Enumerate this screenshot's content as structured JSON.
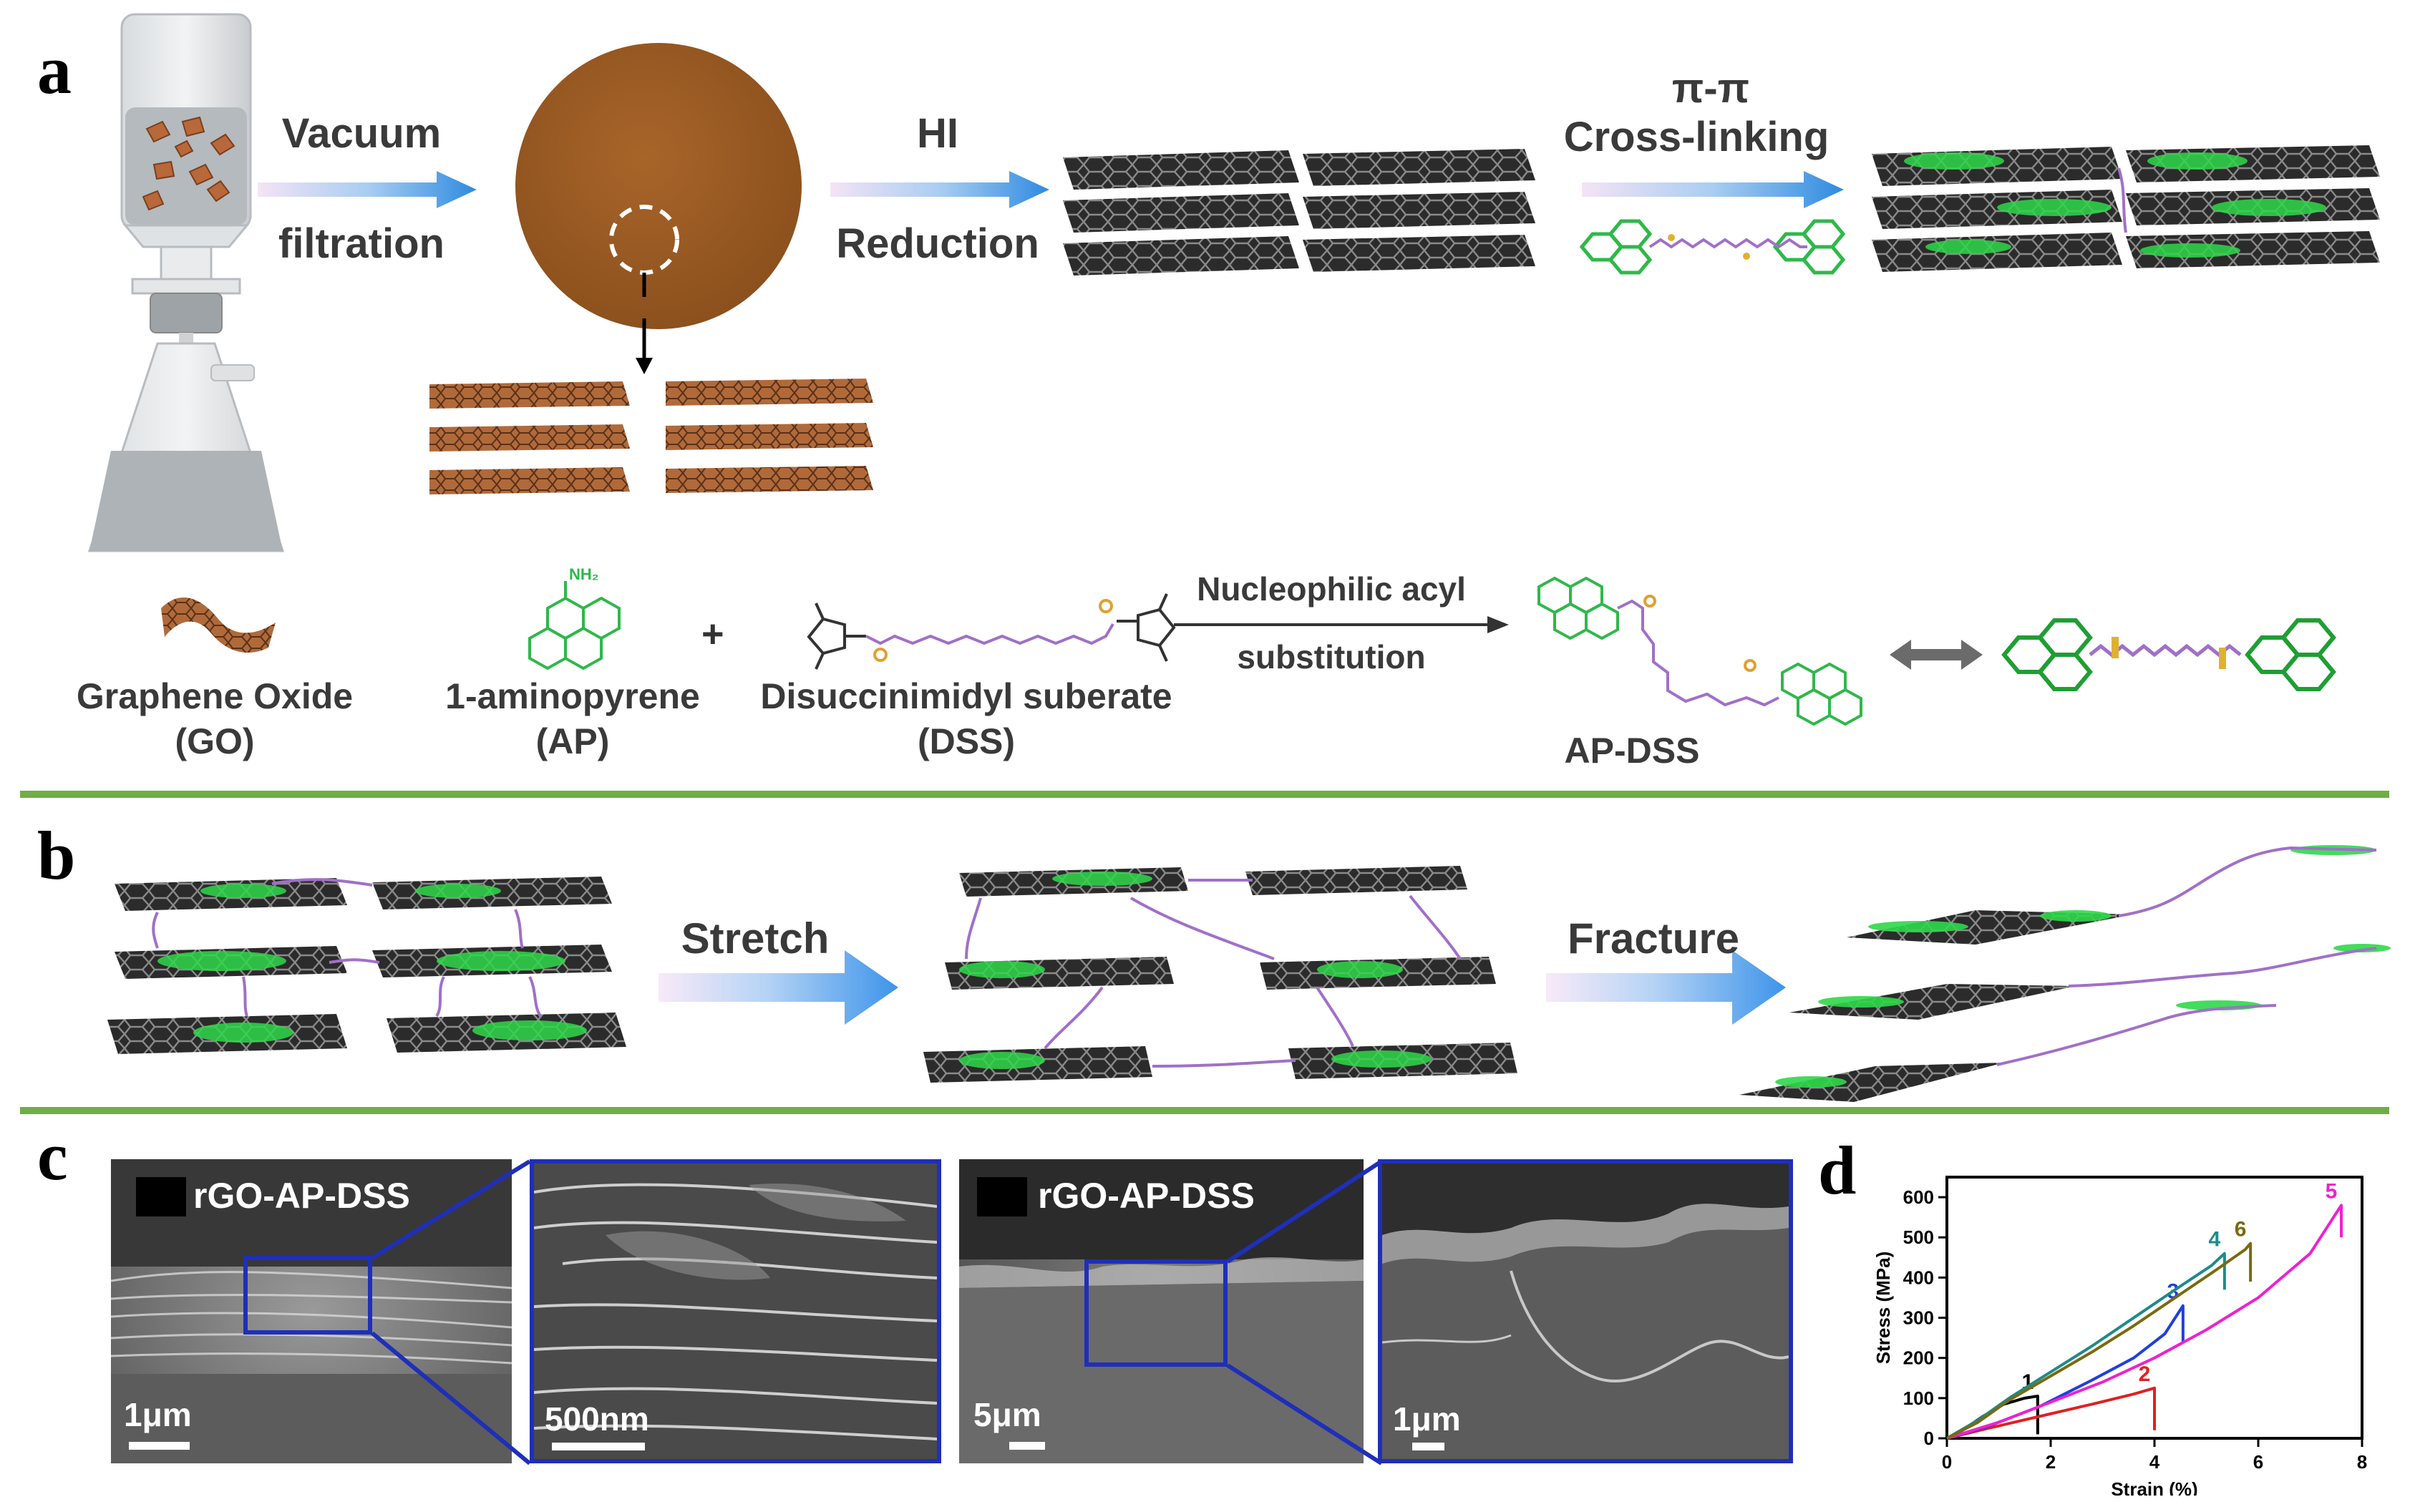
{
  "panels": {
    "a": "a",
    "b": "b",
    "c": "c",
    "d": "d"
  },
  "panel_a": {
    "step1_line1": "Vacuum",
    "step1_line2": "filtration",
    "step2_line1": "HI",
    "step2_line2": "Reduction",
    "step3_line1": "π-π",
    "step3_line2": "Cross-linking",
    "reaction_line1": "Nucleophilic acyl",
    "reaction_line2": "substitution",
    "amine_label": "NH₂",
    "plus": "+",
    "go_name": "Graphene Oxide",
    "go_abbr": "(GO)",
    "ap_name": "1-aminopyrene",
    "ap_abbr": "(AP)",
    "dss_name": "Disuccinimidyl suberate",
    "dss_abbr": "(DSS)",
    "product_name": "AP-DSS"
  },
  "panel_b": {
    "step1": "Stretch",
    "step2": "Fracture"
  },
  "panel_c": {
    "image1_label": "rGO-AP-DSS",
    "image1_scale": "1μm",
    "image2_scale": "500nm",
    "image3_label": "rGO-AP-DSS",
    "image3_scale": "5μm",
    "image4_scale": "1μm"
  },
  "colors": {
    "divider": "#70ad47",
    "arrow": "#2e8be0",
    "zoom_box": "#1f2fb8",
    "membrane": "#9a5a22",
    "pyrene": "#2fb84a",
    "linker": "#a070c8"
  },
  "chart_data": {
    "type": "line",
    "xlabel": "Strain (%)",
    "ylabel": "Stress (MPa)",
    "xlim": [
      0,
      8
    ],
    "ylim": [
      0,
      650
    ],
    "xticks": [
      "0",
      "2",
      "4",
      "6",
      "8"
    ],
    "yticks": [
      "0",
      "100",
      "200",
      "300",
      "400",
      "500",
      "600"
    ],
    "series": [
      {
        "label": "1",
        "color": "#000000",
        "x": [
          0,
          0.3,
          0.7,
          1.1,
          1.5,
          1.75,
          1.75
        ],
        "y": [
          0,
          20,
          55,
          85,
          100,
          105,
          10
        ]
      },
      {
        "label": "2",
        "color": "#e02020",
        "x": [
          0,
          0.8,
          1.8,
          2.8,
          3.6,
          4.0,
          4.0
        ],
        "y": [
          0,
          25,
          55,
          85,
          110,
          125,
          20
        ]
      },
      {
        "label": "3",
        "color": "#1f3fe0",
        "x": [
          0,
          0.8,
          1.8,
          2.8,
          3.6,
          4.2,
          4.55,
          4.55
        ],
        "y": [
          0,
          30,
          80,
          145,
          200,
          260,
          330,
          240
        ]
      },
      {
        "label": "4",
        "color": "#1f8a8a",
        "x": [
          0,
          0.6,
          1.2,
          2.0,
          2.8,
          3.6,
          4.4,
          5.1,
          5.35,
          5.35
        ],
        "y": [
          0,
          45,
          100,
          165,
          230,
          300,
          370,
          430,
          460,
          370
        ]
      },
      {
        "label": "5",
        "color": "#f020d0",
        "x": [
          0,
          1.0,
          2.0,
          3.0,
          4.0,
          5.0,
          6.0,
          7.0,
          7.45,
          7.6,
          7.6
        ],
        "y": [
          0,
          40,
          90,
          140,
          200,
          270,
          350,
          460,
          550,
          580,
          500
        ]
      },
      {
        "label": "6",
        "color": "#7a6a10",
        "x": [
          0,
          0.6,
          1.2,
          2.0,
          2.8,
          3.6,
          4.4,
          5.2,
          5.75,
          5.85,
          5.85
        ],
        "y": [
          0,
          40,
          95,
          155,
          215,
          280,
          350,
          420,
          470,
          485,
          390
        ]
      }
    ]
  }
}
